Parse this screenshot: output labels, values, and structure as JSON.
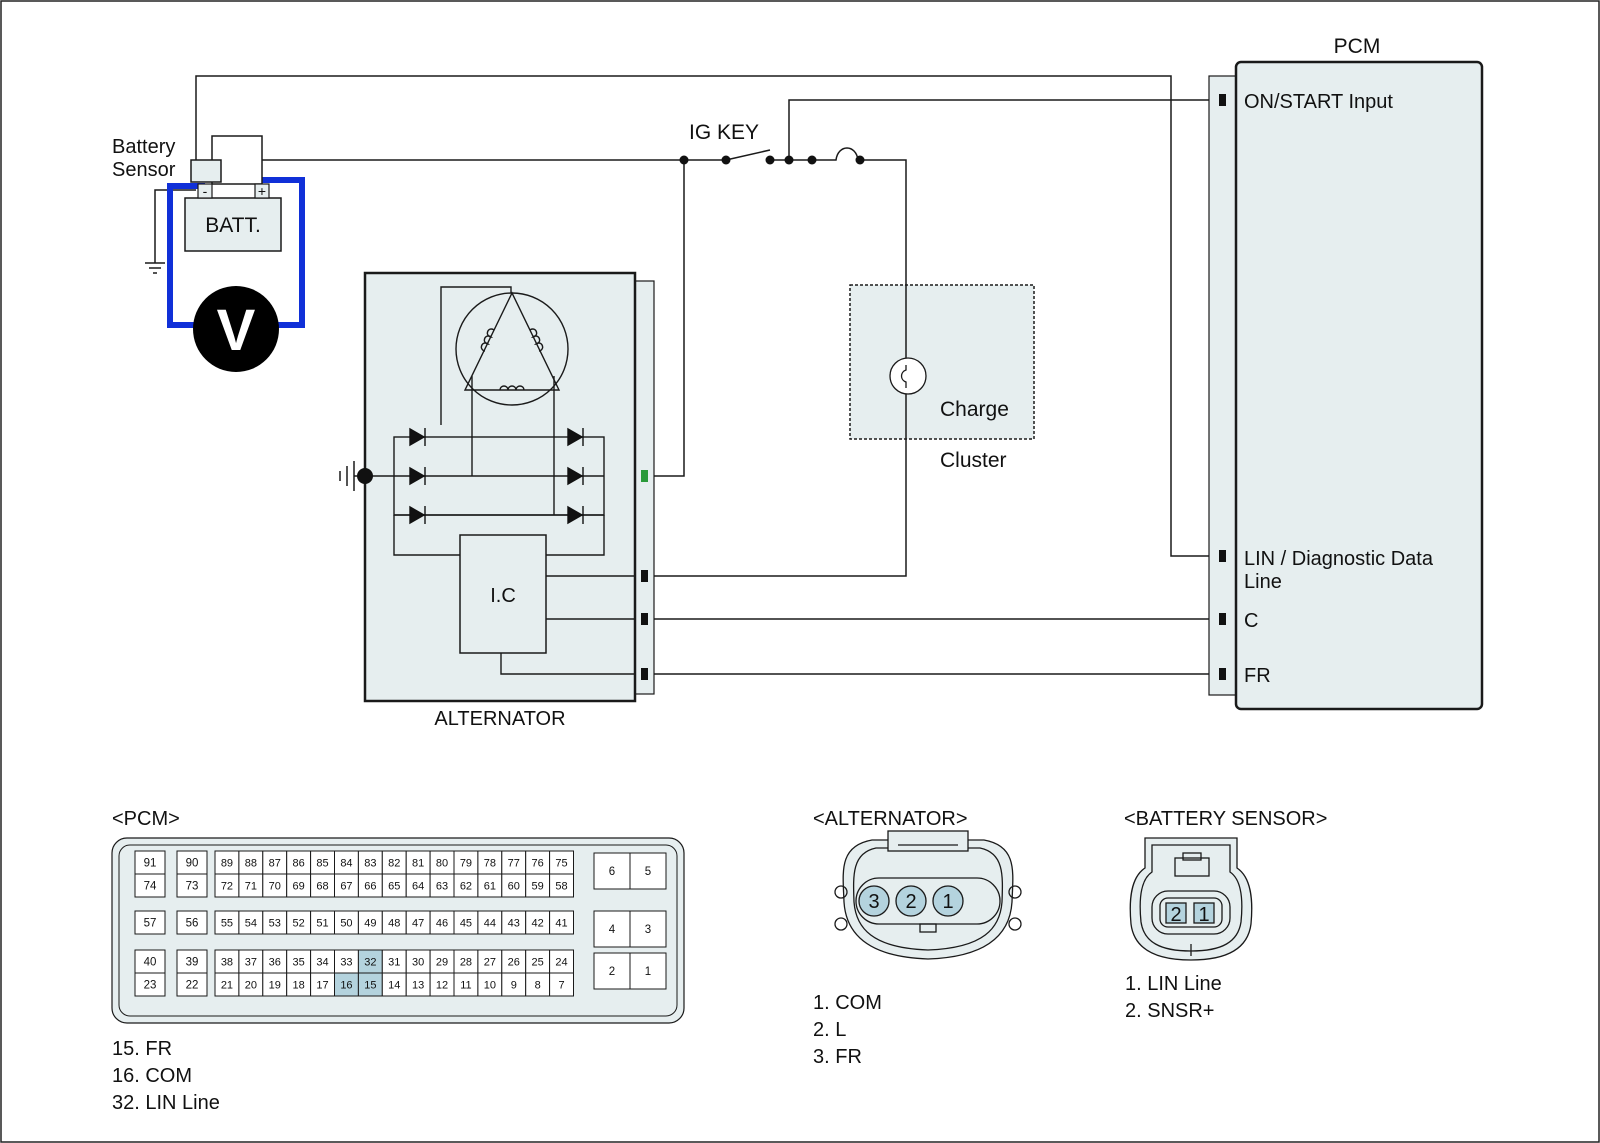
{
  "colors": {
    "module_fill": "#e6eeef",
    "wire": "#1a1a1a",
    "meter_lead": "#1030d8",
    "pin_highlight": "#b4d3de",
    "alt_terminal_green": "#2a9a3a"
  },
  "labels": {
    "pcm_title": "PCM",
    "pcm_on_start": "ON/START Input",
    "pcm_lin_1": "LIN / Diagnostic Data",
    "pcm_lin_2": "Line",
    "pcm_c": "C",
    "pcm_fr": "FR",
    "ig_key": "IG KEY",
    "battery_sensor_1": "Battery",
    "battery_sensor_2": "Sensor",
    "batt": "BATT.",
    "batt_minus": "-",
    "batt_plus": "+",
    "voltmeter": "V",
    "charge": "Charge",
    "cluster": "Cluster",
    "ic": "I.C",
    "alternator": "ALTERNATOR"
  },
  "connectors": {
    "pcm": {
      "title": "<PCM>",
      "rows": [
        [
          [
            "91"
          ],
          [
            "90"
          ],
          [
            "89",
            "88",
            "87",
            "86",
            "85",
            "84",
            "83",
            "82",
            "81",
            "80",
            "79",
            "78",
            "77",
            "76",
            "75"
          ],
          [
            "6",
            "5"
          ]
        ],
        [
          [
            "74"
          ],
          [
            "73"
          ],
          [
            "72",
            "71",
            "70",
            "69",
            "68",
            "67",
            "66",
            "65",
            "64",
            "63",
            "62",
            "61",
            "60",
            "59",
            "58"
          ],
          []
        ],
        [
          [
            "57"
          ],
          [
            "56"
          ],
          [
            "55",
            "54",
            "53",
            "52",
            "51",
            "50",
            "49",
            "48",
            "47",
            "46",
            "45",
            "44",
            "43",
            "42",
            "41"
          ],
          [
            "4",
            "3"
          ]
        ],
        [
          [
            "40"
          ],
          [
            "39"
          ],
          [
            "38",
            "37",
            "36",
            "35",
            "34",
            "33",
            "32",
            "31",
            "30",
            "29",
            "28",
            "27",
            "26",
            "25",
            "24"
          ],
          [
            "2",
            "1"
          ]
        ],
        [
          [
            "23"
          ],
          [
            "22"
          ],
          [
            "21",
            "20",
            "19",
            "18",
            "17",
            "16",
            "15",
            "14",
            "13",
            "12",
            "11",
            "10",
            "9",
            "8",
            "7"
          ],
          []
        ]
      ],
      "highlighted": [
        "32",
        "16",
        "15"
      ],
      "pin_list": [
        "15. FR",
        "16. COM",
        "32. LIN Line"
      ]
    },
    "alternator": {
      "title": "<ALTERNATOR>",
      "pins": [
        "3",
        "2",
        "1"
      ],
      "pin_list": [
        "1. COM",
        "2. L",
        "3. FR"
      ]
    },
    "battery_sensor": {
      "title": "<BATTERY SENSOR>",
      "pins": [
        "2",
        "1"
      ],
      "pin_list": [
        "1. LIN Line",
        "2. SNSR+"
      ]
    }
  }
}
